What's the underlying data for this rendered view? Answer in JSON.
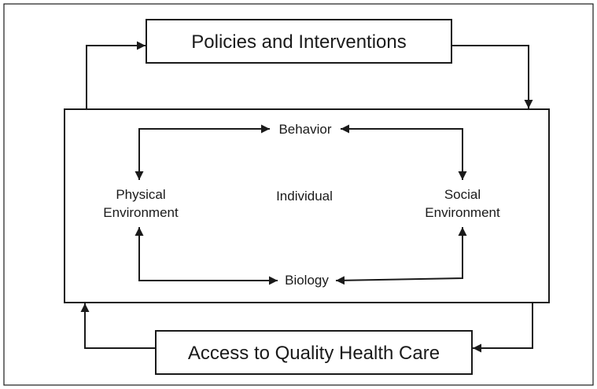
{
  "top_box": {
    "label": "Policies and Interventions"
  },
  "bottom_box": {
    "label": "Access to Quality Health Care"
  },
  "inner": {
    "behavior": "Behavior",
    "biology": "Biology",
    "individual": "Individual",
    "physical": [
      "Physical",
      "Environment"
    ],
    "social": [
      "Social",
      "Environment"
    ]
  },
  "colors": {
    "stroke": "#1a1a1a",
    "background": "#ffffff"
  }
}
